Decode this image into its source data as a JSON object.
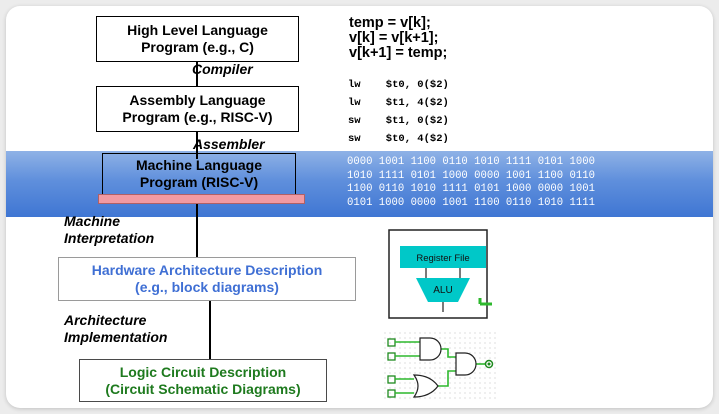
{
  "boxes": {
    "high_level": "High Level Language\nProgram (e.g., C)",
    "assembly": "Assembly  Language\nProgram (e.g., RISC-V)",
    "machine": "Machine  Language\nProgram (RISC-V)",
    "hardware": "Hardware Architecture Description\n(e.g., block diagrams)",
    "logic": "Logic Circuit Description\n(Circuit Schematic Diagrams)"
  },
  "labels": {
    "compiler": "Compiler",
    "assembler": "Assembler",
    "machine_interp": "Machine\nInterpretation",
    "arch_impl": "Architecture\nImplementation"
  },
  "hl_code": "temp = v[k];\nv[k] = v[k+1];\nv[k+1] = temp;",
  "asm_code": [
    "lw    $t0, 0($2)",
    "lw    $t1, 4($2)",
    "sw    $t1, 0($2)",
    "sw    $t0, 4($2)"
  ],
  "binary": [
    "0000 1001 1100 0110 1010 1111 0101 1000",
    "1010 1111 0101 1000 0000 1001 1100 0110",
    "1100 0110 1010 1111 0101 1000 0000 1001",
    "0101 1000 0000 1001 1100 0110 1010 1111"
  ],
  "block_diagram": {
    "register_file": "Register File",
    "alu": "ALU"
  },
  "colors": {
    "band": "#5f8fdc",
    "hardware_text": "#3f6fd4",
    "logic_text": "#1e7a1e",
    "cyan": "#00c8c8",
    "red_bar": "#f29aa2"
  }
}
